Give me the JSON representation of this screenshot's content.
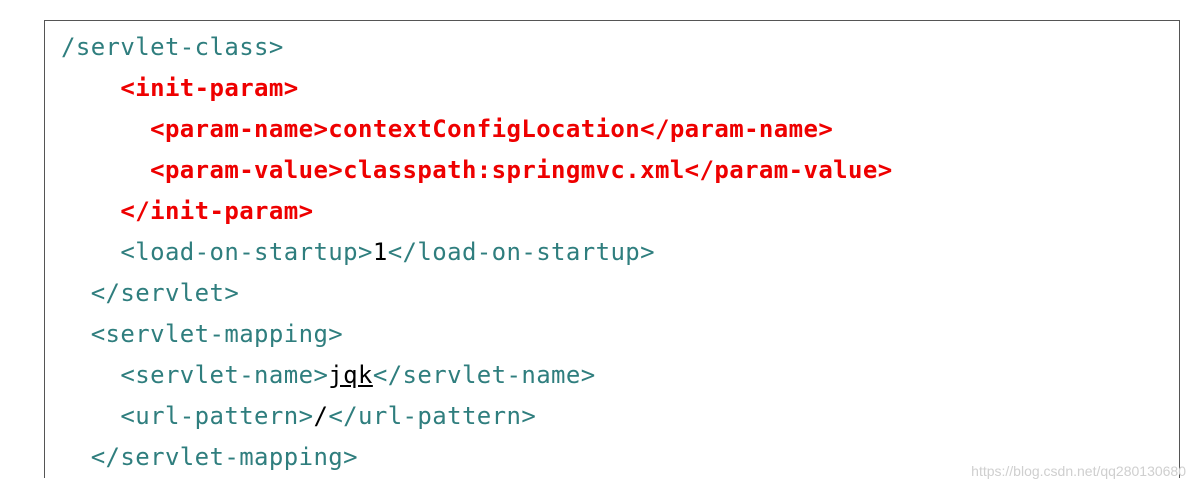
{
  "code_lines": [
    {
      "indent": 0,
      "segments": [
        {
          "text": "/servlet-class>",
          "style": "tag"
        }
      ]
    },
    {
      "indent": 4,
      "segments": [
        {
          "text": "<init-param>",
          "style": "hl"
        }
      ]
    },
    {
      "indent": 6,
      "segments": [
        {
          "text": "<param-name>contextConfigLocation</param-name>",
          "style": "hl"
        }
      ]
    },
    {
      "indent": 6,
      "segments": [
        {
          "text": "<param-value>classpath:springmvc.xml</param-value>",
          "style": "hl"
        }
      ]
    },
    {
      "indent": 4,
      "segments": [
        {
          "text": "</init-param>",
          "style": "hl"
        }
      ]
    },
    {
      "indent": 4,
      "segments": [
        {
          "text": "<load-on-startup>",
          "style": "tag"
        },
        {
          "text": "1",
          "style": "txt"
        },
        {
          "text": "</load-on-startup>",
          "style": "tag"
        }
      ]
    },
    {
      "indent": 2,
      "segments": [
        {
          "text": "</servlet>",
          "style": "tag"
        }
      ]
    },
    {
      "indent": 2,
      "segments": [
        {
          "text": "<servlet-mapping>",
          "style": "tag"
        }
      ]
    },
    {
      "indent": 4,
      "segments": [
        {
          "text": "<servlet-name>",
          "style": "tag"
        },
        {
          "text": "jqk",
          "style": "ul"
        },
        {
          "text": "</servlet-name>",
          "style": "tag"
        }
      ]
    },
    {
      "indent": 4,
      "segments": [
        {
          "text": "<url-pattern>",
          "style": "tag"
        },
        {
          "text": "/",
          "style": "txt"
        },
        {
          "text": "</url-pattern>",
          "style": "tag"
        }
      ]
    },
    {
      "indent": 2,
      "segments": [
        {
          "text": "</servlet-mapping>",
          "style": "tag"
        }
      ]
    }
  ],
  "watermark": "https://blog.csdn.net/qq280130680",
  "colors": {
    "tag": "#2f7e7e",
    "highlight": "#ee0000",
    "text": "#000000"
  }
}
